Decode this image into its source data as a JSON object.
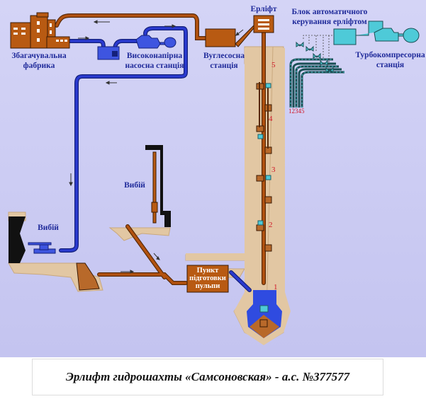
{
  "diagram": {
    "labels": {
      "factory": "Збагачувальна фабрика",
      "factory_l1": "Збагачувальна",
      "factory_l2": "фабрика",
      "hp_pump_l1": "Високонапірна",
      "hp_pump_l2": "насосна станція",
      "coal_pump_l1": "Вуглесосна",
      "coal_pump_l2": "станція",
      "airlift": "Ерліфт",
      "control_l1": "Блок автоматичного",
      "control_l2": "керування ерліфтом",
      "turbo_l1": "Турбокомпресорна",
      "turbo_l2": "станція",
      "face_left": "Вибій",
      "face_mid": "Вибій",
      "pulp_l1": "Пункт",
      "pulp_l2": "підготовки",
      "pulp_l3": "пульпи",
      "pipe_numbers": "12345"
    },
    "stage_numbers": [
      "5",
      "4",
      "3",
      "2",
      "1"
    ],
    "colors": {
      "background": "#c9c9f2",
      "slurry_pipe": "#b3520f",
      "water_pipe": "#2a3ad0",
      "air_pipe": "#2f7f86",
      "equipment_cyan": "#4ecad8",
      "rock": "#e2c7a3",
      "label": "#1f2a9a",
      "number": "#d01828"
    }
  },
  "caption": "Эрлифт гидрошахты «Самсоновская» - а.с. №377577"
}
